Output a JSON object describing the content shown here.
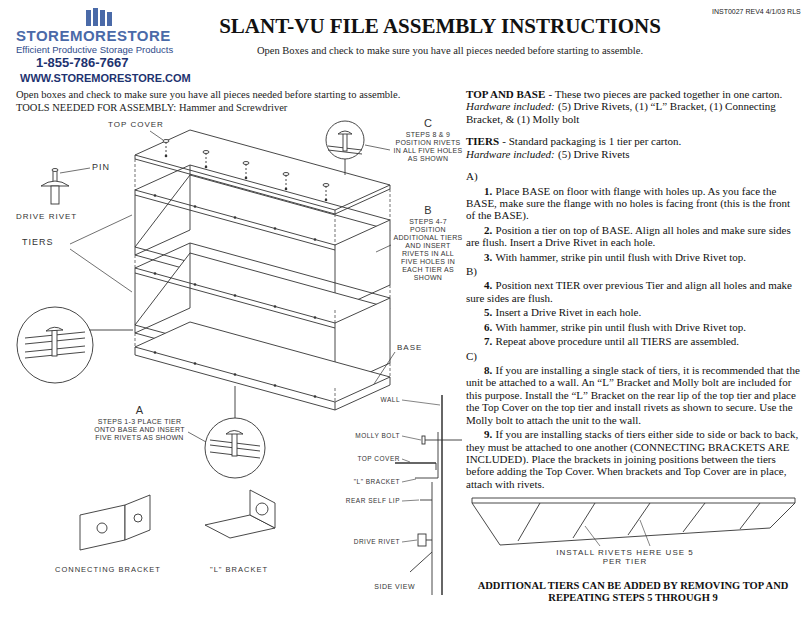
{
  "diagram": {
    "title": "SLANT-VU FILE ASSEMBLY INSTRUCTIONS",
    "labels": [
      "STOREMORESTORE",
      "Efficient Productive Storage Products",
      "1-855-786-7667",
      "WWW.STOREMORESTORE.COM",
      "INST0027 REV4 4/1/03 RLS",
      "Open Boxes and check to make sure you have all pieces needed before starting to assemble.",
      "Open boxes and check to make sure you have all pieces needed before starting to assemble.",
      "TOOLS NEEDED FOR ASSEMBLY: Hammer and Screwdriver",
      "TOP COVER",
      "PIN",
      "DRIVE RIVET",
      "TIERS",
      "C",
      "STEPS 8 & 9 POSITION RIVETS IN ALL FIVE HOLES AS SHOWN",
      "B",
      "STEPS 4-7 POSITION ADDITIONAL TIERS AND INSERT RIVETS IN ALL FIVE HOLES IN EACH TIER AS SHOWN",
      "BASE",
      "A",
      "STEPS 1-3 PLACE TIER ONTO BASE AND INSERT FIVE RIVETS AS SHOWN",
      "CONNECTING BRACKET",
      "\"L\" BRACKET",
      "WALL",
      "MOLLY BOLT",
      "TOP COVER",
      "\"L\" BRACKET",
      "REAR SELF LIP",
      "DRIVE RIVET",
      "SIDE VIEW",
      "TOP AND BASE",
      "- These two pieces are packed together in one carton.",
      "Hardware included:",
      "(5) Drive Rivets, (1) “L” Bracket, (1) Connecting Bracket, & (1) Molly bolt",
      "TIERS",
      "- Standard packaging is 1 tier per carton.",
      "Hardware included:",
      "(5) Drive Rivets",
      "A)",
      "1.",
      "Place BASE on floor with flange with holes up. As you face the BASE, make sure the flange with no holes is facing front (this is the front of the BASE).",
      "2.",
      "Position a tier on top of BASE. Align all holes and make sure sides are flush. Insert a Drive Rivet in each hole.",
      "3.",
      "With hammer, strike pin until flush with Drive Rivet top.",
      "B)",
      "4.",
      "Position next TIER over previous Tier and align all holes and make sure sides are flush.",
      "5.",
      "Insert a Drive Rivet in each hole.",
      "6.",
      "With hammer, strike pin until flush with Drive Rivet top.",
      "7.",
      "Repeat above procedure until all TIERS are assembled.",
      "C)",
      "8.",
      "If you are installing a single stack of tiers, it is recommended that the unit be attached to a wall. An “L” Bracket and Molly bolt are included for this purpose. Install the “L” Bracket on the rear lip of the top tier and place the Top Cover on the top tier and install rivets as shown to secure. Use the Molly bolt to attach the unit to the wall.",
      "9.",
      "If you are installing stacks of tiers either side to side or back to back, they must be attached to one another (CONNECTING BRACKETS ARE INCLUDED). Place the brackets in joining positions between the tiers before adding the Top Cover. When brackets and Top Cover are in place, attach with rivets.",
      "INSTALL RIVETS HERE USE 5 PER TIER",
      "ADDITIONAL TIERS CAN BE ADDED BY REMOVING TOP AND REPEATING STEPS 5 THROUGH 9"
    ]
  }
}
